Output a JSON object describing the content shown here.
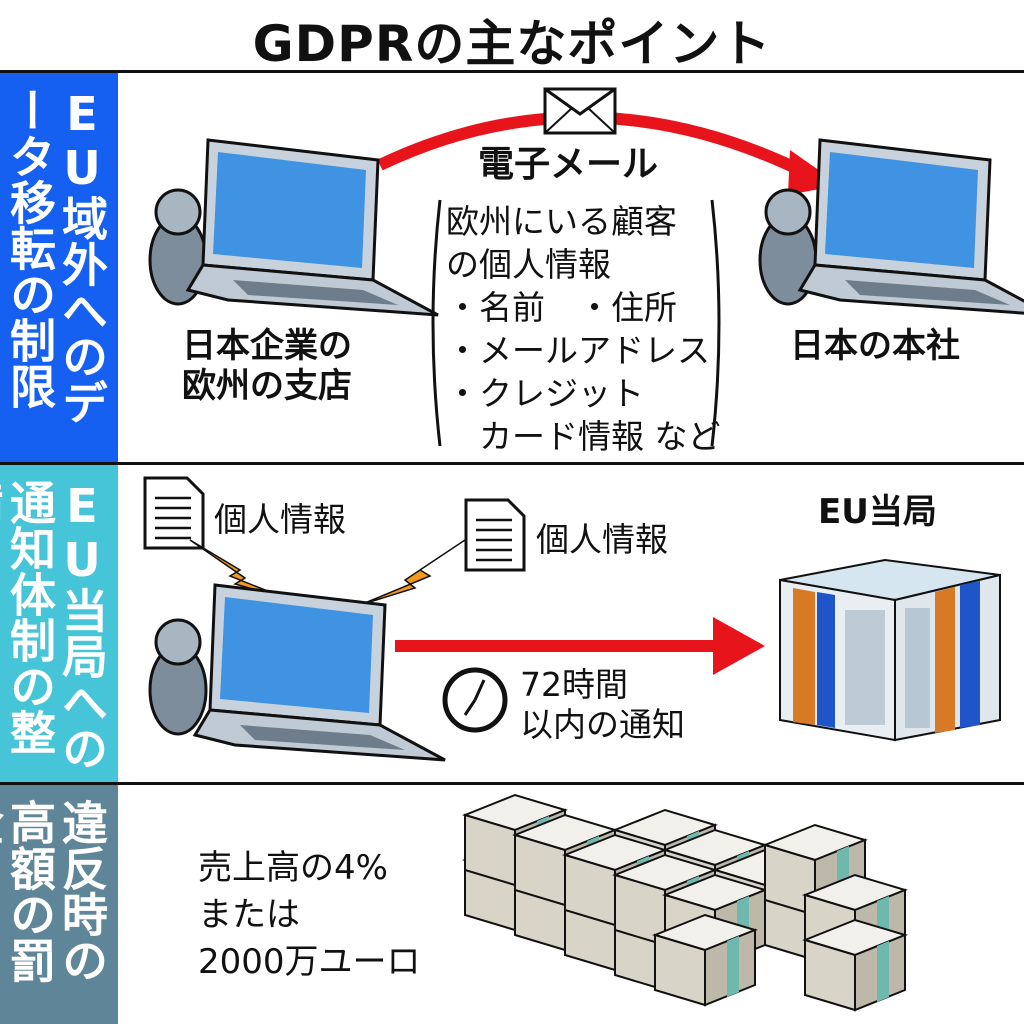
{
  "title": "GDPRの主なポイント",
  "sections": [
    {
      "label": "EU域外へのデータ移転の制限",
      "color": "#1560f0",
      "sender": [
        "日本企業の",
        "欧州の支店"
      ],
      "receiver": "日本の本社",
      "transfer_label": "電子メール",
      "data_heading": [
        "欧州にいる顧客",
        "の個人情報"
      ],
      "items": [
        "・名前　・住所",
        "・メールアドレス",
        "・クレジット",
        "　カード情報 など"
      ]
    },
    {
      "label": "EU当局への通知体制の整備",
      "color": "#46c4d8",
      "doc_label_1": "個人情報",
      "doc_label_2": "個人情報",
      "authority": "EU当局",
      "deadline": [
        "72時間",
        "以内の通知"
      ]
    },
    {
      "label": "違反時の高額の罰金",
      "color": "#5f8698",
      "fine": [
        "売上高の4%",
        "または",
        "2000万ユーロ"
      ]
    }
  ],
  "colors": {
    "arrow": "#e8141c",
    "laptop_screen": "#3a8fe0",
    "person": "#8a9aa8"
  }
}
